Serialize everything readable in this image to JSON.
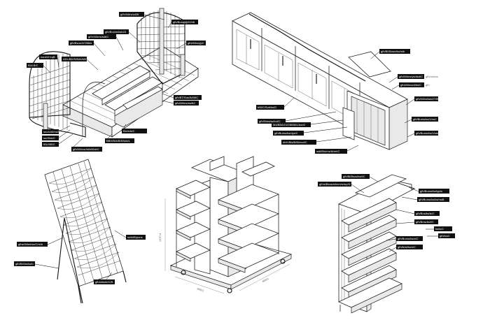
{
  "figures": [
    {
      "id": "produce-rack",
      "callouts": [
        {
          "text": "gf/h/l40rs/cd26"
        },
        {
          "text": "gfh/Bumpkj/22/48"
        },
        {
          "text": "gfh/l40rs/ypC"
        },
        {
          "text": "gfh/Boo/m/ksb23"
        },
        {
          "text": "gf/h/l40ms/sslkC"
        },
        {
          "text": "gfh/Bsos/4/7/Bkki"
        },
        {
          "text": "ADL/BD/S/B4/t/M/C"
        },
        {
          "text": "nsn/b0+rqB"
        },
        {
          "text": "BULB/C"
        },
        {
          "text": "gfh/BT/Sos/lk/l/MC"
        },
        {
          "text": "gfh/l40ms/ss/lkC"
        },
        {
          "text": "sun/u/d/ms/C"
        },
        {
          "text": "sur/ltns/C"
        },
        {
          "text": "tBU/t/B/C"
        },
        {
          "text": "BU/s/A/C"
        },
        {
          "text": "gfh/l40/csr/kt/e/f/bb/C"
        },
        {
          "text": "BBH/B/A/B/S/ksb/L"
        }
      ]
    },
    {
      "id": "checkout-counter",
      "callouts": [
        {
          "text": "gfh/B05/osn/ks/m/b"
        },
        {
          "text": "gfh/l40ms/ys/dsd/C"
        },
        {
          "text": "gfh/l40ms/d/bs/C"
        },
        {
          "text": "gfh/l40rs/ksb/27/B"
        },
        {
          "text": "gfh/Bumo/ks/1/nsC"
        },
        {
          "text": "gfh/Bumo/ks/1/nsC"
        },
        {
          "text": "bBl/C/Sob/ks/D"
        },
        {
          "text": "gfh/l5ms/ss/lnd/C"
        },
        {
          "text": "Md/BBA/Cl/CBB/B/L/ksnD"
        },
        {
          "text": "gfh/Bumo/ks/dys/C"
        },
        {
          "text": "dlvK/Bis/B/B/mcd/C"
        },
        {
          "text": "aall/B/s/rns/lk/mt/C"
        }
      ],
      "notes": [
        "gfh/ns/res",
        "gfh"
      ]
    },
    {
      "id": "magazine-rack",
      "callouts": [
        {
          "text": "gfhs/l40ml/ss/C/rs/b"
        },
        {
          "text": "gfh/B40rs/ks/b"
        },
        {
          "text": "ss/k/lB/pons"
        },
        {
          "text": "gfh/a/ks/b/C/B"
        }
      ]
    },
    {
      "id": "gondola-island",
      "dimensions": [
        "1370 d",
        "600/1",
        "800/1"
      ]
    },
    {
      "id": "wall-shelf",
      "callouts": [
        {
          "text": "gfh/Bl/Bsos/ks/t/C"
        },
        {
          "text": "gfh/s/Bsos/st/mm/s/mp/D"
        },
        {
          "text": "gfh/Bumo/ks/tgn/s"
        },
        {
          "text": "gfh/Bumo/ks/ks/msB"
        },
        {
          "text": "gfh/Bos/ks/ls/C"
        },
        {
          "text": "gfh/B/os/ks/l/C"
        },
        {
          "text": "gfh/Bumo/ks/a/C"
        },
        {
          "text": "gfh/lk/sl/ks/o/C"
        },
        {
          "text": "ks/lo/C"
        },
        {
          "text": "gfh/losC"
        }
      ]
    }
  ]
}
